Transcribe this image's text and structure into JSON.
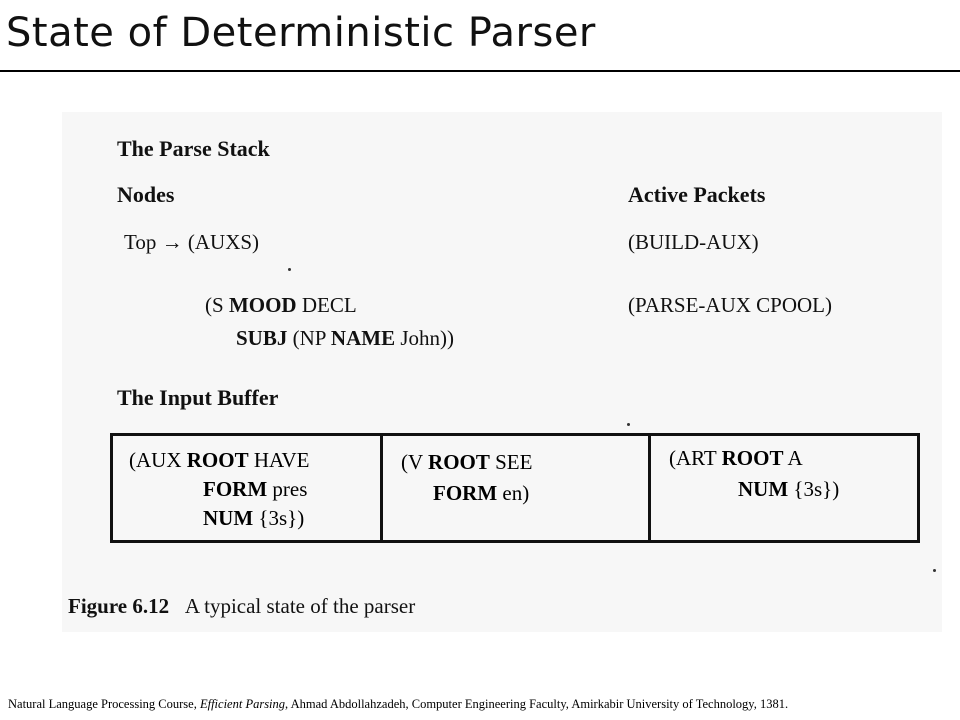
{
  "slide": {
    "title": "State of Deterministic Parser"
  },
  "figure": {
    "parse_stack_heading": "The Parse Stack",
    "nodes_heading": "Nodes",
    "active_packets_heading": "Active Packets",
    "top_label": "Top",
    "arrow": "→",
    "node1": "(AUXS)",
    "packet1": "(BUILD-AUX)",
    "node2_line1_prefix": "(S ",
    "node2_line1_key": "MOOD",
    "node2_line1_rest": " DECL",
    "node2_line2_key": "SUBJ",
    "node2_line2_mid": " (NP ",
    "node2_line2_key2": "NAME",
    "node2_line2_rest": " John))",
    "packet2": "(PARSE-AUX CPOOL)",
    "input_buffer_heading": "The Input Buffer",
    "buffer": [
      {
        "l1_pre": "(AUX ",
        "l1_key": "ROOT",
        "l1_rest": " HAVE",
        "l2_key": "FORM",
        "l2_rest": " pres",
        "l3_key": "NUM",
        "l3_rest": " {3s})"
      },
      {
        "l1_pre": "(V ",
        "l1_key": "ROOT",
        "l1_rest": " SEE",
        "l2_key": "FORM",
        "l2_rest": " en)"
      },
      {
        "l1_pre": "(ART ",
        "l1_key": "ROOT",
        "l1_rest": " A",
        "l2_key": "NUM",
        "l2_rest": " {3s})"
      }
    ],
    "caption_label": "Figure 6.12",
    "caption_text": "A typical state of the parser"
  },
  "footer": {
    "prefix": "Natural Language Processing Course, ",
    "italic": "Efficient Parsing",
    "suffix": ", Ahmad Abdollahzadeh, Computer Engineering Faculty, Amirkabir University of Technology, 1381."
  }
}
